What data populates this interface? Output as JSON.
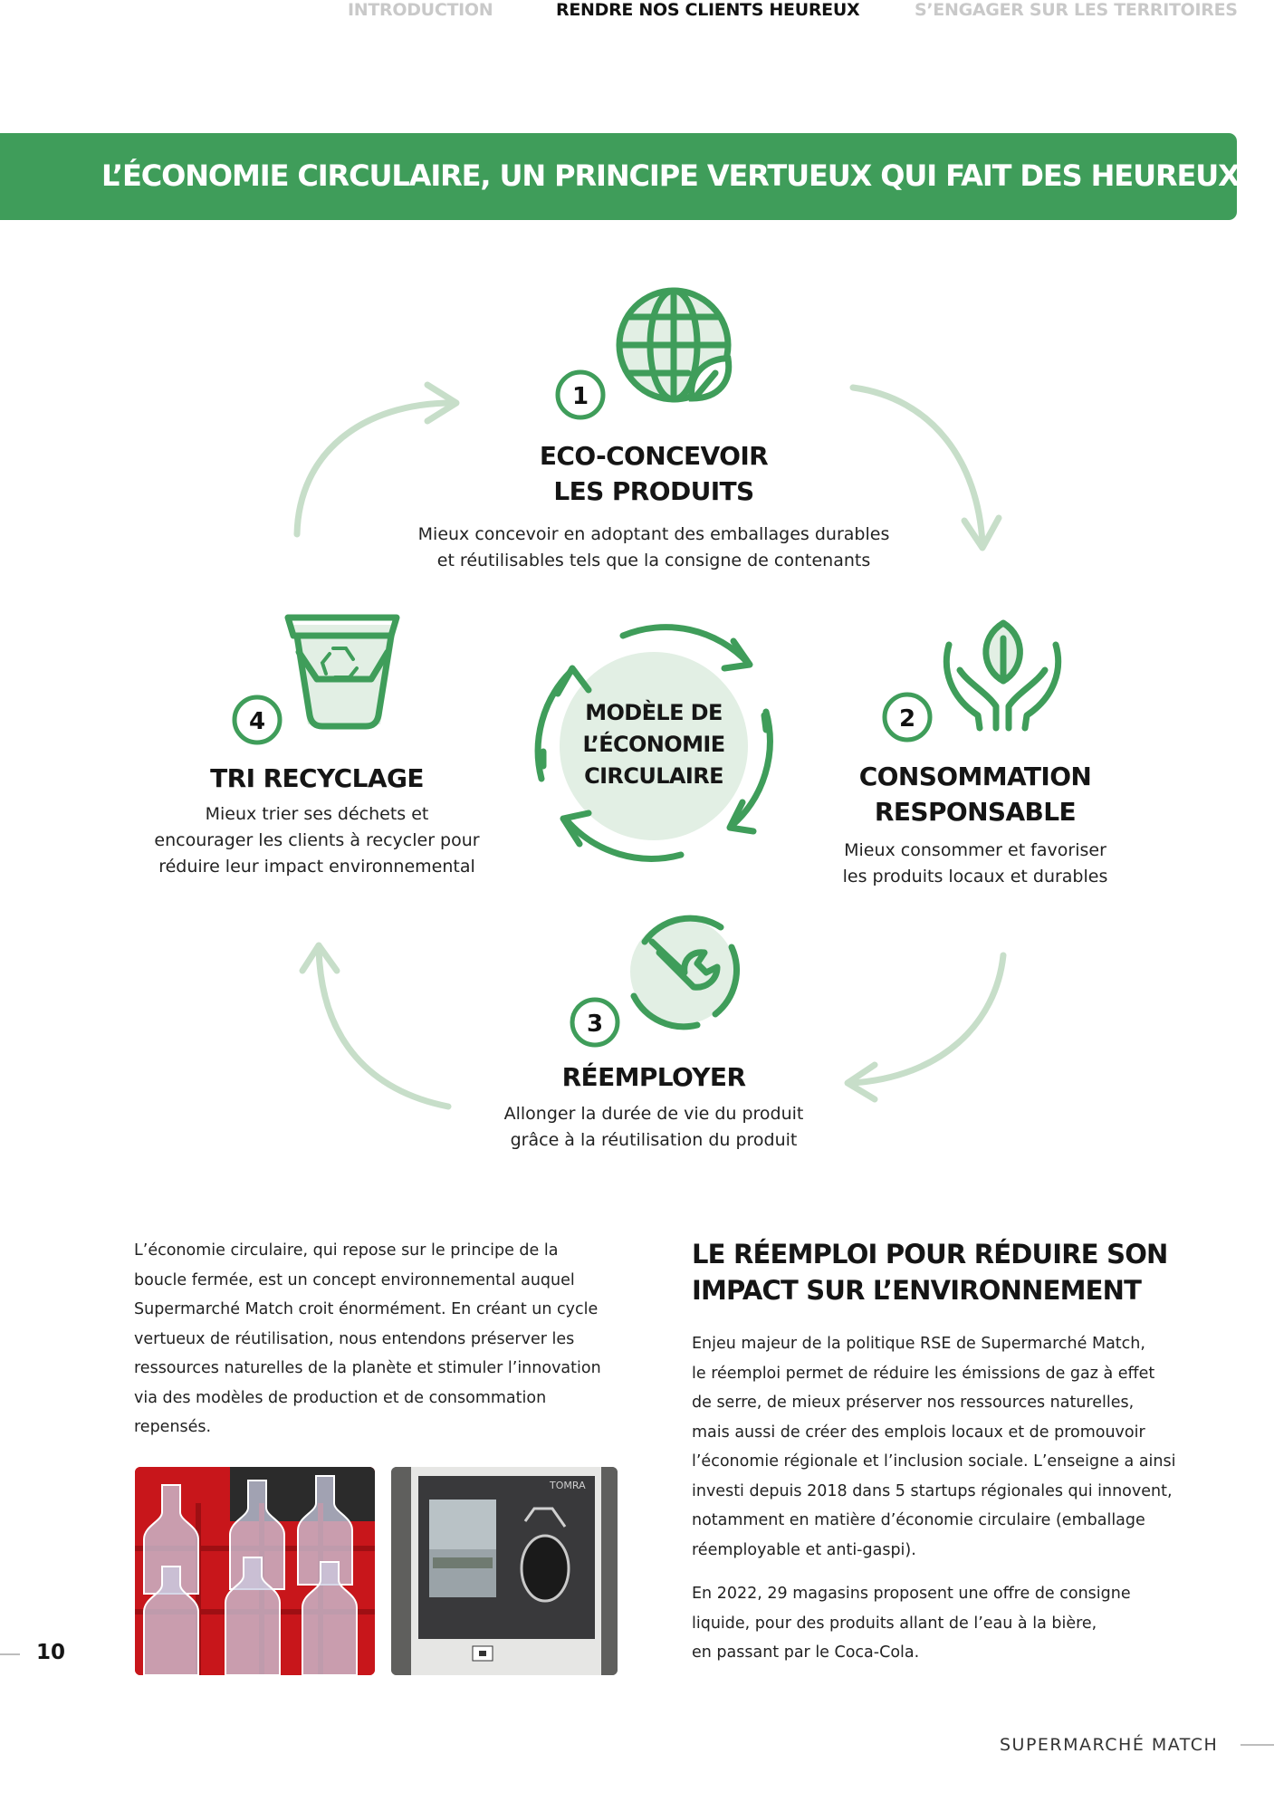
{
  "nav": {
    "items": [
      {
        "label": "INTRODUCTION",
        "active": false
      },
      {
        "label": "RENDRE NOS CLIENTS HEUREUX",
        "active": true
      },
      {
        "label": "S’ENGAGER SUR LES TERRITOIRES",
        "active": false
      }
    ]
  },
  "banner": {
    "title": "L’ÉCONOMIE CIRCULAIRE, UN PRINCIPE VERTUEUX QUI FAIT DES HEUREUX"
  },
  "cycle": {
    "center_label": [
      "MODÈLE DE",
      "L’ÉCONOMIE",
      "CIRCULAIRE"
    ],
    "steps": [
      {
        "number": "1",
        "title": [
          "ECO-CONCEVOIR",
          "LES PRODUITS"
        ],
        "description": [
          "Mieux concevoir en adoptant des emballages durables",
          "et réutilisables tels que la consigne de contenants"
        ],
        "icon": "globe-leaf-icon"
      },
      {
        "number": "2",
        "title": [
          "CONSOMMATION",
          "RESPONSABLE"
        ],
        "description": [
          "Mieux consommer et favoriser",
          "les produits locaux et durables"
        ],
        "icon": "hands-leaf-icon"
      },
      {
        "number": "3",
        "title": [
          "RÉEMPLOYER"
        ],
        "description": [
          "Allonger la durée de vie du produit",
          "grâce à la réutilisation du produit"
        ],
        "icon": "wrench-cycle-icon"
      },
      {
        "number": "4",
        "title": [
          "TRI RECYCLAGE"
        ],
        "description": [
          "Mieux trier ses déchets et",
          "encourager les clients à recycler pour",
          "réduire leur impact environnemental"
        ],
        "icon": "recycle-bin-icon"
      }
    ]
  },
  "intro": {
    "lines": [
      "L’économie circulaire, qui repose sur le principe de la",
      "boucle fermée, est un concept environnemental auquel",
      "Supermarché Match croit énormément. En créant un cycle",
      "vertueux de réutilisation, nous entendons préserver les",
      "ressources naturelles de la planète et stimuler l’innovation",
      "via des modèles de production et de consommation",
      "repensés."
    ]
  },
  "photos": {
    "machine_brand": "TOMRA"
  },
  "reemploi": {
    "heading": [
      "LE RÉEMPLOI POUR RÉDUIRE SON",
      "IMPACT SUR L’ENVIRONNEMENT"
    ],
    "paragraph1": [
      "Enjeu majeur de la politique RSE de Supermarché Match,",
      "le réemploi permet de réduire les émissions de gaz à effet",
      "de serre, de mieux préserver nos ressources naturelles,",
      "mais aussi de créer des emplois locaux et de promouvoir",
      "l’économie régionale et l’inclusion sociale. L’enseigne a ainsi",
      "investi depuis 2018 dans 5 startups régionales qui innovent,",
      "notamment en matière d’économie circulaire (emballage",
      "réemployable et anti-gaspi)."
    ],
    "paragraph2": [
      "En 2022, 29 magasins proposent une offre de consigne",
      "liquide, pour des produits allant de l’eau à la bière,",
      "en passant par le Coca-Cola."
    ]
  },
  "footer": {
    "page_number": "10",
    "brand": "SUPERMARCHÉ MATCH"
  },
  "colors": {
    "green": "#3f9d5a",
    "light_green_arrow": "#c7dec9",
    "icon_fill": "#e2efe4"
  }
}
